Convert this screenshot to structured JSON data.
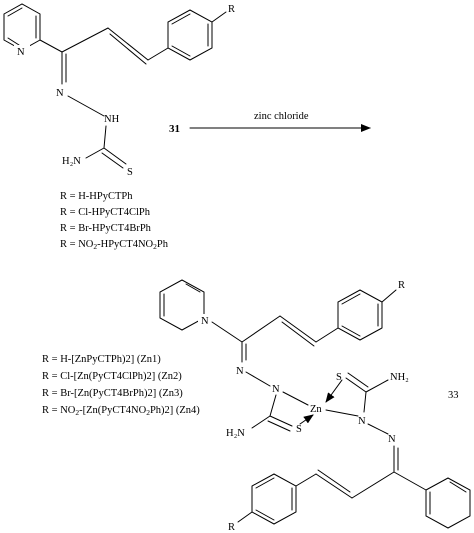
{
  "reaction": {
    "compound_number": "31",
    "reagent": "zinc chloride",
    "product_number": "33"
  },
  "atoms": {
    "R": "R",
    "N": "N",
    "NH": "NH",
    "H2N": "H₂N",
    "NH2": "NH₂",
    "S": "S",
    "Zn": "Zn"
  },
  "ligand_legend": [
    {
      "prefix": "R = ",
      "text": "H-HPyCTPh"
    },
    {
      "prefix": "R = ",
      "text": "Cl-HPyCT4ClPh"
    },
    {
      "prefix": "R = ",
      "text": "Br-HPyCT4BrPh"
    },
    {
      "prefix": "R = ",
      "text": "NO",
      "sub": "2",
      "tail": "-HPyCT4NO",
      "sub2": "2",
      "tail2": "Ph"
    }
  ],
  "complex_legend": [
    {
      "prefix": "R = ",
      "text": "H-[ZnPyCTPh)2] (Zn1)"
    },
    {
      "prefix": "R = ",
      "text": "Cl-[Zn(PyCT4ClPh)2] (Zn2)"
    },
    {
      "prefix": "R = ",
      "text": "Br-[Zn(PyCT4BrPh)2] (Zn3)"
    },
    {
      "prefix": "R = ",
      "text": "NO",
      "sub": "2",
      "tail": "-[Zn(PyCT4NO",
      "sub2": "2",
      "tail2": "Ph)2] (Zn4)"
    }
  ]
}
